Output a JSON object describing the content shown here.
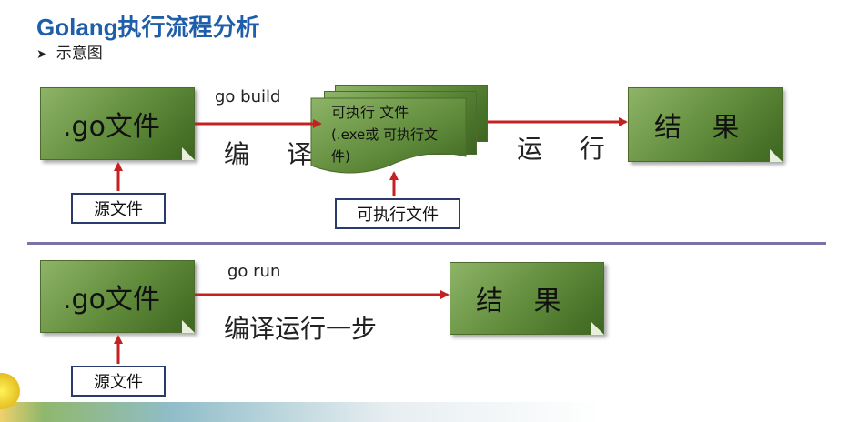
{
  "title": "Golang执行流程分析",
  "bullet": {
    "symbol": "➤",
    "text": "示意图"
  },
  "top": {
    "source_box": ".go文件",
    "source_label": "源文件",
    "build_cmd": "go build",
    "compile_label": "编 译",
    "exe_line1": "可执行 文件",
    "exe_line2": "(.exe或 可执行文",
    "exe_line3": "件)",
    "exe_label": "可执行文件",
    "run_label": "运 行",
    "result_box": "结 果"
  },
  "bottom": {
    "source_box": ".go文件",
    "source_label": "源文件",
    "run_cmd": "go run",
    "compile_run_label": "编译运行一步",
    "result_box": "结 果"
  },
  "colors": {
    "title": "#1f5ea8",
    "arrow": "#c42222",
    "divider": "#7b73a8",
    "box": "#5f8a3a"
  }
}
